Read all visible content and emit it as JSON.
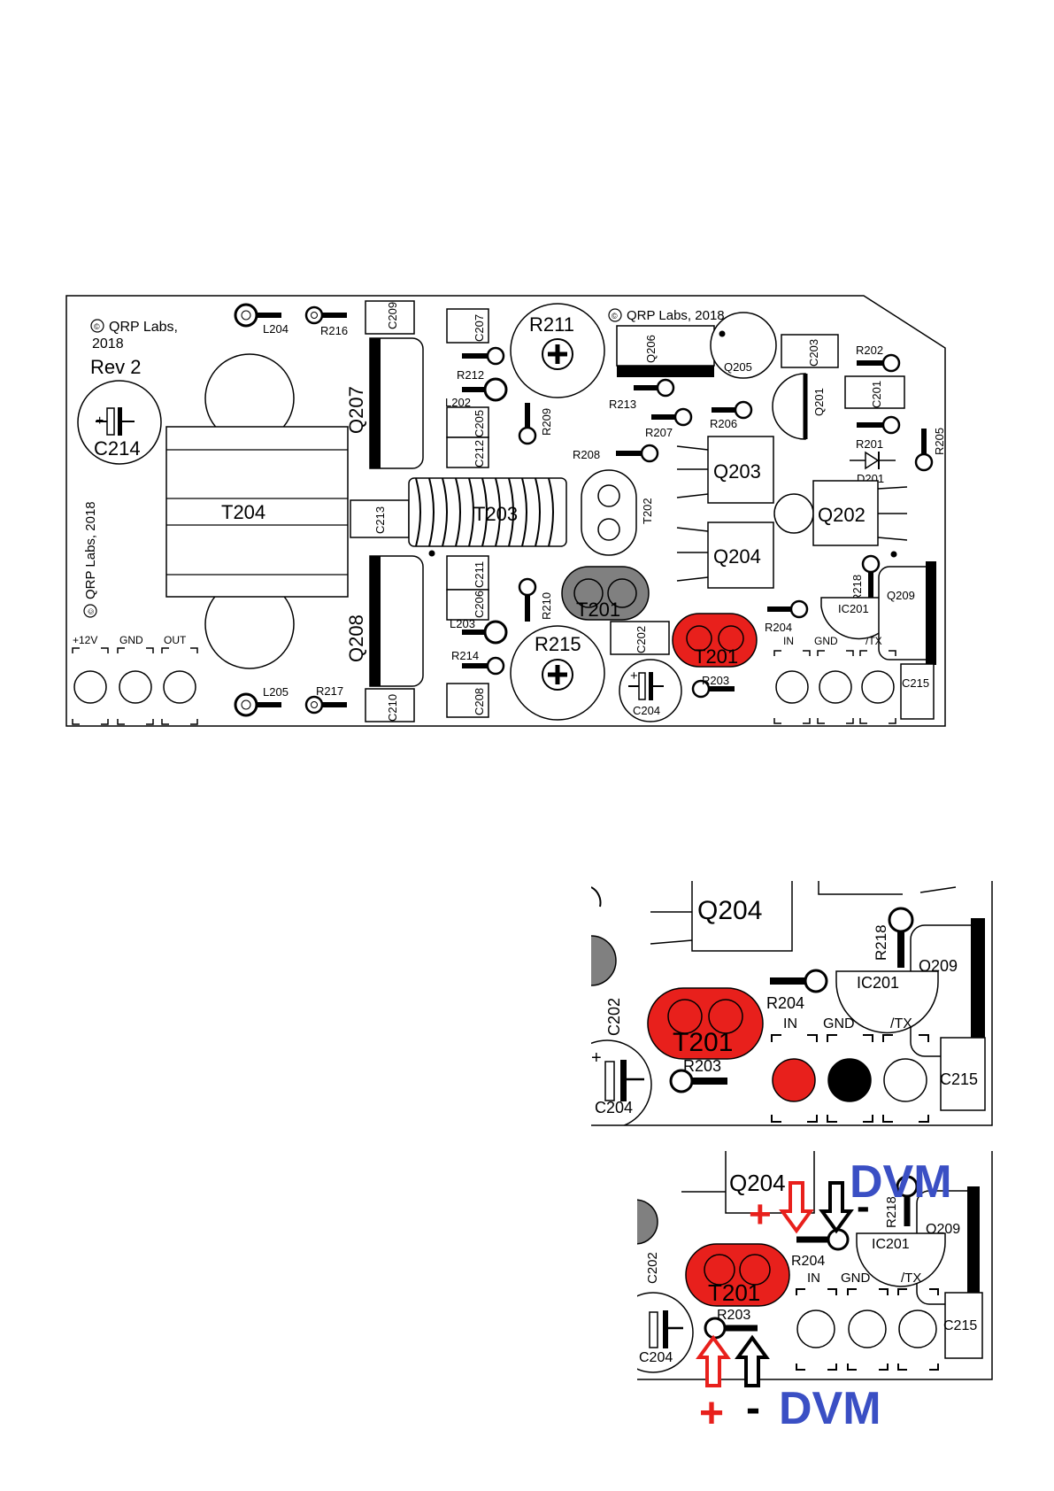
{
  "board": {
    "copyright_top_left": "QRP Labs,",
    "copyright_top_left_year": "2018",
    "copyright_top_mid": "QRP Labs, 2018",
    "copyright_side": "QRP Labs, 2018",
    "copyright_symbol": "©",
    "revision": "Rev 2",
    "connector_labels": [
      "+12V",
      "GND",
      "OUT"
    ],
    "ic_pad_labels": [
      "IN",
      "GND",
      "/TX"
    ],
    "components": {
      "T204": "T204",
      "T203": "T203",
      "T202": "T202",
      "T201": "T201",
      "Q201": "Q201",
      "Q202": "Q202",
      "Q203": "Q203",
      "Q204": "Q204",
      "Q205": "Q205",
      "Q206": "Q206",
      "Q207": "Q207",
      "Q208": "Q208",
      "Q209": "Q209",
      "IC201": "IC201",
      "D201": "D201",
      "R201": "R201",
      "R202": "R202",
      "R203": "R203",
      "R204": "R204",
      "R205": "R205",
      "R206": "R206",
      "R207": "R207",
      "R208": "R208",
      "R209": "R209",
      "R210": "R210",
      "R211": "R211",
      "R212": "R212",
      "R213": "R213",
      "R214": "R214",
      "R215": "R215",
      "R216": "R216",
      "R217": "R217",
      "R218": "R218",
      "L202": "L202",
      "L203": "L203",
      "L204": "L204",
      "L205": "L205",
      "C201": "C201",
      "C202": "C202",
      "C203": "C203",
      "C204": "C204",
      "C205": "C205",
      "C206": "C206",
      "C207": "C207",
      "C208": "C208",
      "C209": "C209",
      "C210": "C210",
      "C211": "C211",
      "C212": "C212",
      "C213": "C213",
      "C214": "C214",
      "C215": "C215"
    },
    "polarity_plus": "+"
  },
  "detail1": {
    "note": ""
  },
  "detail2": {
    "dvm_label": "DVM",
    "plus": "+",
    "minus": "-"
  },
  "colors": {
    "highlight_red": "#e8201c",
    "dvm_blue": "#3a4fc4",
    "pad_black": "#000000",
    "toroid_gray": "#808080"
  }
}
